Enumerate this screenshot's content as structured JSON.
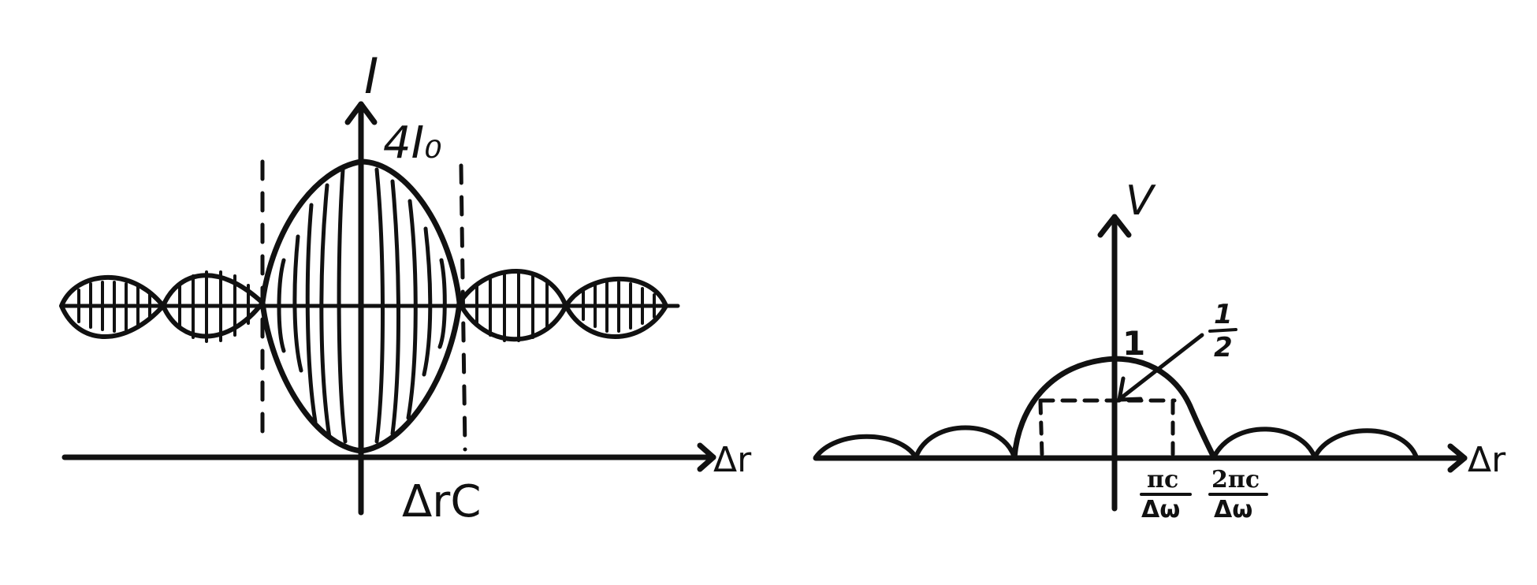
{
  "left_diagram": {
    "y_axis_label": "I",
    "peak_label": "4I₀",
    "x_axis_label": "Δr",
    "width_label": "ΔrC"
  },
  "right_diagram": {
    "y_axis_label": "V",
    "peak_value_label": "1",
    "half_label_num": "1",
    "half_label_den": "2",
    "x_axis_label": "Δr",
    "tick1_num": "πc",
    "tick1_den": "Δω",
    "tick2_num": "2πc",
    "tick2_den": "Δω"
  },
  "colors": {
    "ink": "#111111",
    "background": "#ffffff"
  }
}
